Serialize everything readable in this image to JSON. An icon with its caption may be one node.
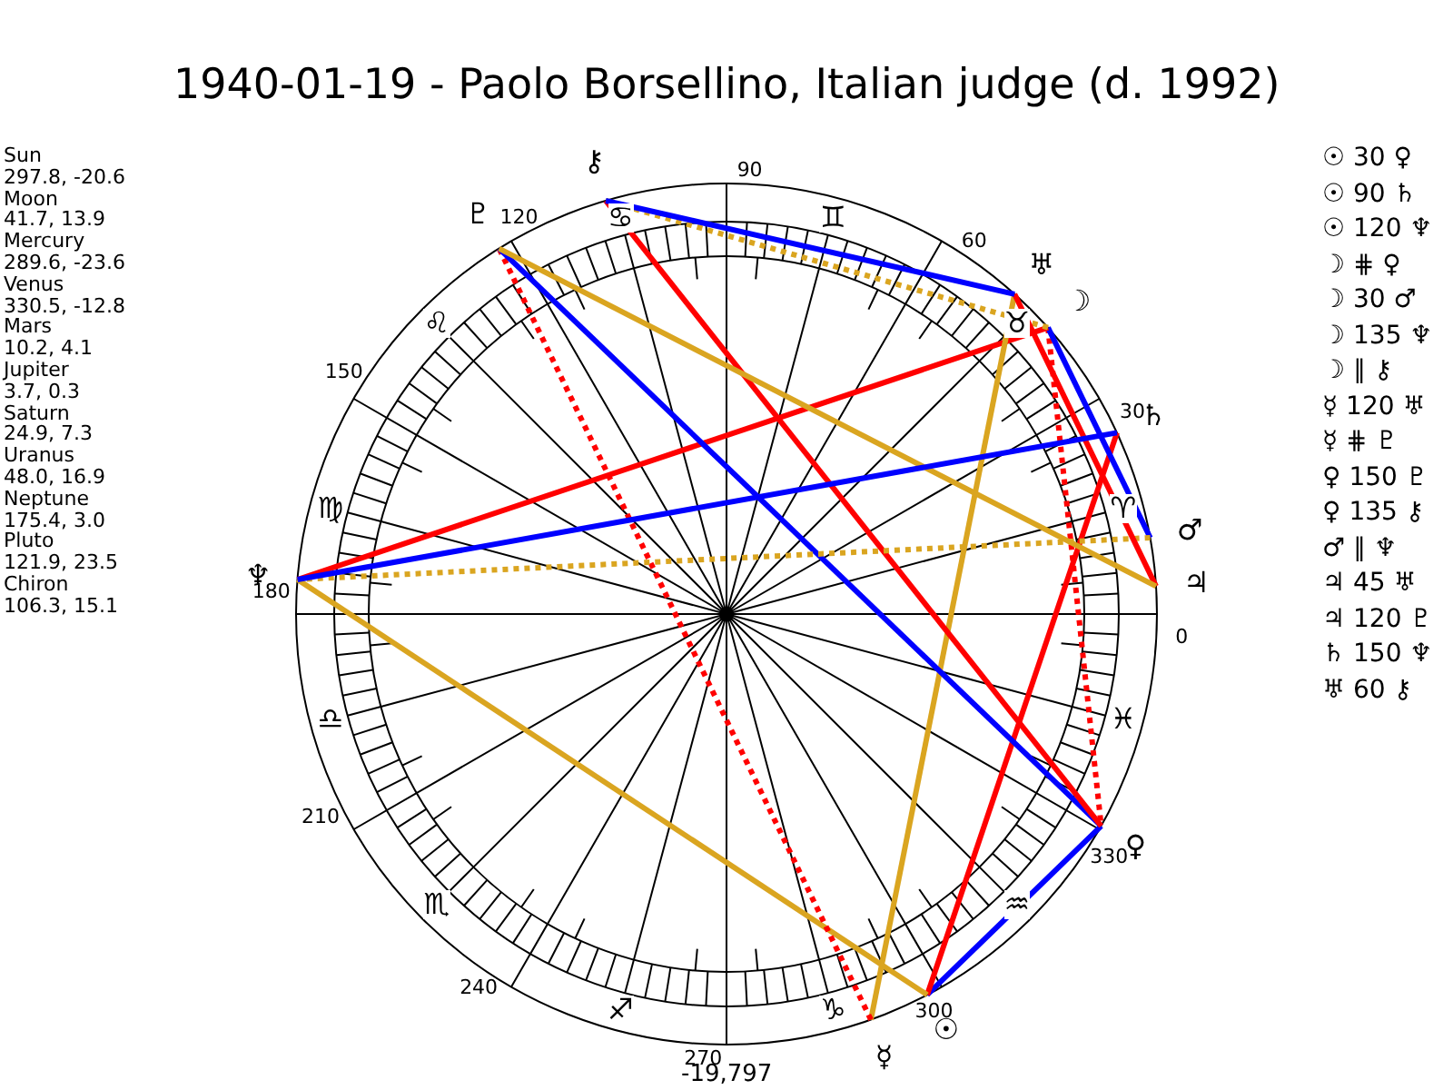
{
  "diagram": {
    "title": "1940-01-19 - Paolo Borsellino, Italian judge (d. 1992)",
    "nodes": [
      {
        "text": [
          "☉"
        ]
      },
      {
        "text": [
          "☽"
        ]
      },
      {
        "text": [
          "☿"
        ]
      },
      {
        "text": [
          "♀"
        ]
      },
      {
        "text": [
          "♂"
        ]
      },
      {
        "text": [
          "♃"
        ]
      },
      {
        "text": [
          "♄"
        ]
      },
      {
        "text": [
          "♅"
        ]
      },
      {
        "text": [
          "♆"
        ]
      },
      {
        "text": [
          "♇"
        ]
      },
      {
        "text": [
          "⚷"
        ]
      }
    ],
    "edges": [
      {
        "from": 0,
        "to": 3,
        "arrow": "none",
        "color": "#0000ff"
      },
      {
        "from": 0,
        "to": 6,
        "arrow": "none",
        "color": "#ff0000"
      },
      {
        "from": 0,
        "to": 8,
        "arrow": "none",
        "color": "#daa520"
      },
      {
        "from": 1,
        "to": 3,
        "arrow": "none",
        "color": "#ff0000",
        "style": "dashed"
      },
      {
        "from": 1,
        "to": 4,
        "arrow": "none",
        "color": "#0000ff"
      },
      {
        "from": 1,
        "to": 8,
        "arrow": "none",
        "color": "#ff0000"
      },
      {
        "from": 1,
        "to": 10,
        "arrow": "none",
        "color": "#daa520",
        "style": "dashed"
      },
      {
        "from": 2,
        "to": 7,
        "arrow": "none",
        "color": "#daa520"
      },
      {
        "from": 2,
        "to": 9,
        "arrow": "none",
        "color": "#ff0000",
        "style": "dashed"
      },
      {
        "from": 3,
        "to": 9,
        "arrow": "none",
        "color": "#0000ff"
      },
      {
        "from": 3,
        "to": 10,
        "arrow": "none",
        "color": "#ff0000"
      },
      {
        "from": 4,
        "to": 8,
        "arrow": "none",
        "color": "#daa520",
        "style": "dashed"
      },
      {
        "from": 5,
        "to": 7,
        "arrow": "none",
        "color": "#ff0000"
      },
      {
        "from": 5,
        "to": 9,
        "arrow": "none",
        "color": "#daa520"
      },
      {
        "from": 6,
        "to": 8,
        "arrow": "none",
        "color": "#0000ff"
      },
      {
        "from": 7,
        "to": 10,
        "arrow": "none",
        "color": "#0000ff"
      }
    ],
    "labels": [
      "Sun",
      "297.8, -20.6",
      "Moon",
      "41.7, 13.9",
      "Mercury",
      "289.6, -23.6",
      "Venus",
      "330.5, -12.8",
      "Mars",
      "10.2, 4.1",
      "Jupiter",
      "3.7, 0.3",
      "Saturn",
      "24.9, 7.3",
      "Uranus",
      "48.0, 16.9",
      "Neptune",
      "175.4, 3.0",
      "Pluto",
      "121.9, 23.5",
      "Chiron",
      "106.3, 15.1",
      "☉ 30 ♀",
      "☉ 90 ♄",
      "☉ 120 ♆",
      "☽ ⋕ ♀",
      "☽ 30 ♂",
      "☽ 135 ♆",
      "☽ ∥ ⚷",
      "☿ 120 ♅",
      "☿ ⋕ ♇",
      "♀ 150 ♇",
      "♀ 135 ⚷",
      "♂ ∥ ♆",
      "♃ 45 ♅",
      "♃ 120 ♇",
      "♄ 150 ♆",
      "♅ 60 ⚷",
      "0",
      "30",
      "60",
      "90",
      "120",
      "150",
      "180",
      "210",
      "240",
      "270",
      "300",
      "330",
      "♈",
      "♉",
      "♊",
      "♋",
      "♌",
      "♍",
      "♎",
      "♏",
      "♐",
      "♑",
      "♒",
      "♓",
      "-19,797"
    ]
  }
}
